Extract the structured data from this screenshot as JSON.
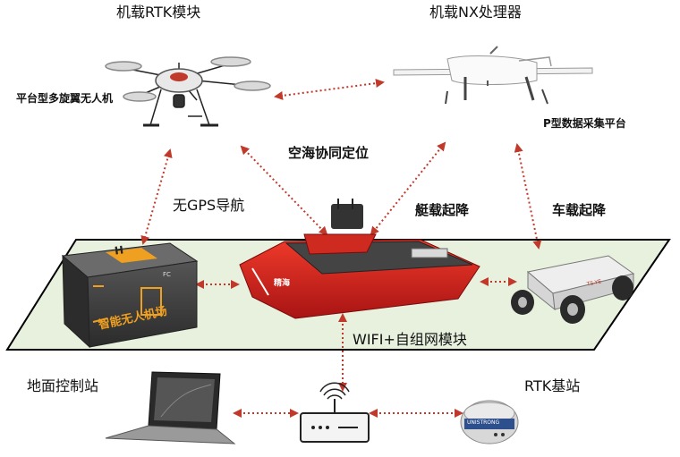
{
  "labels": {
    "drone_rtk": "机载RTK模块",
    "drone_type": "平台型多旋翼无人机",
    "plane_nx": "机载NX处理器",
    "plane_type": "P型数据采集平台",
    "coop": "空海协同定位",
    "no_gps": "无GPS导航",
    "boat_landing": "艇载起降",
    "vehicle_landing": "车载起降",
    "hangar_text": "智能无人机场",
    "boat_brand": "精海",
    "hangar_logo": "H",
    "hangar_badge": "FC",
    "vehicle_badge": "TS-YE",
    "wifi": "WIFI+自组网模块",
    "ground_station": "地面控制站",
    "rtk_base": "RTK基站",
    "rtk_base_brand": "UNISTRONG"
  },
  "colors": {
    "arrow": "#c0392b",
    "platform": "#e7f1de",
    "boat": "#d32020",
    "hangar": "#3a3a3a",
    "hangar_accent": "#f0a020"
  }
}
